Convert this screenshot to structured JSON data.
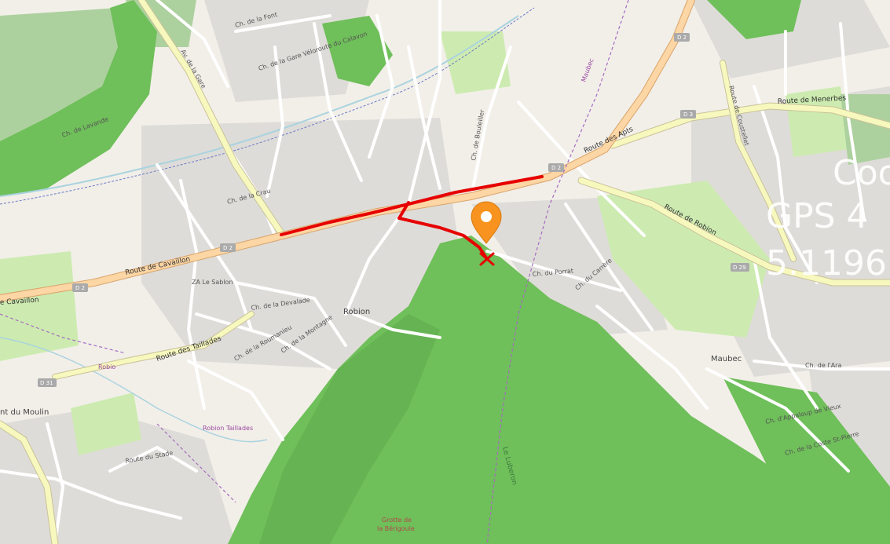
{
  "map": {
    "towns": {
      "robion": "Robion",
      "maubec": "Maubec",
      "zone": "ZA Le Sablon",
      "left_edge": "nt du Moulin",
      "grotte_line1": "Grotte de",
      "grotte_line2": "la Bérigoule"
    },
    "roads": {
      "route_cavaillon": "Route de Cavaillon",
      "route_cavaillon_left": "e Cavaillon",
      "route_apts": "Route des Apts",
      "route_menerbes": "Route de Menerbes",
      "route_robion": "Route de Robion",
      "route_coustellet": "Route de Coustellet",
      "route_taillades": "Route des Taillades",
      "route_stade": "Route du Stade",
      "av_gare": "Av. de la Gare",
      "ch_crau": "Ch. de la Crau",
      "ch_roumanieu": "Ch. de la Roumanieu",
      "ch_montagne": "Ch. de la Montagne",
      "ch_devalade": "Ch. de la Devalade",
      "ch_porrat": "Ch. du Porrat",
      "ch_carrere": "Ch. du Carrère",
      "ch_bouleiller": "Ch. de Bouleiller",
      "ch_fort": "Ch. de la Font",
      "ch_lavande": "Ch. de Lavande",
      "ch_appaloup": "Ch. d'Appaloup de Vieux",
      "ch_coste": "Ch. de la Coste St-Pierre",
      "ch_ara": "Ch. de l'Ara",
      "ch_gare_velorute": "Ch. de la Gare Véloroute du Calavon"
    },
    "shields": {
      "d2_left": "D 2",
      "d2_mid": "D 2",
      "d2_top": "D 2",
      "d2_cav": "D 2",
      "d3": "D 3",
      "d29": "D 29",
      "d31": "D 31"
    },
    "purple_labels": {
      "robio": "Robio",
      "robion_taillades": "Robion\nTaillades",
      "maubec_path": "Maubec"
    },
    "forest_label": "Le Luberon",
    "overlay_text": {
      "line1": "Coo",
      "line2": "GPS 4",
      "line3": "5.1196"
    },
    "colors": {
      "route": "#e60000",
      "marker": "#f7931e",
      "forest": "#6fbf5a",
      "forest_light": "#add19e",
      "residential": "#dedcd8",
      "primary_road": "#fcd6a4",
      "secondary_road": "#f7f8bd"
    },
    "icons": {
      "marker": "map-pin-icon",
      "destination": "cross-marker-icon"
    }
  }
}
